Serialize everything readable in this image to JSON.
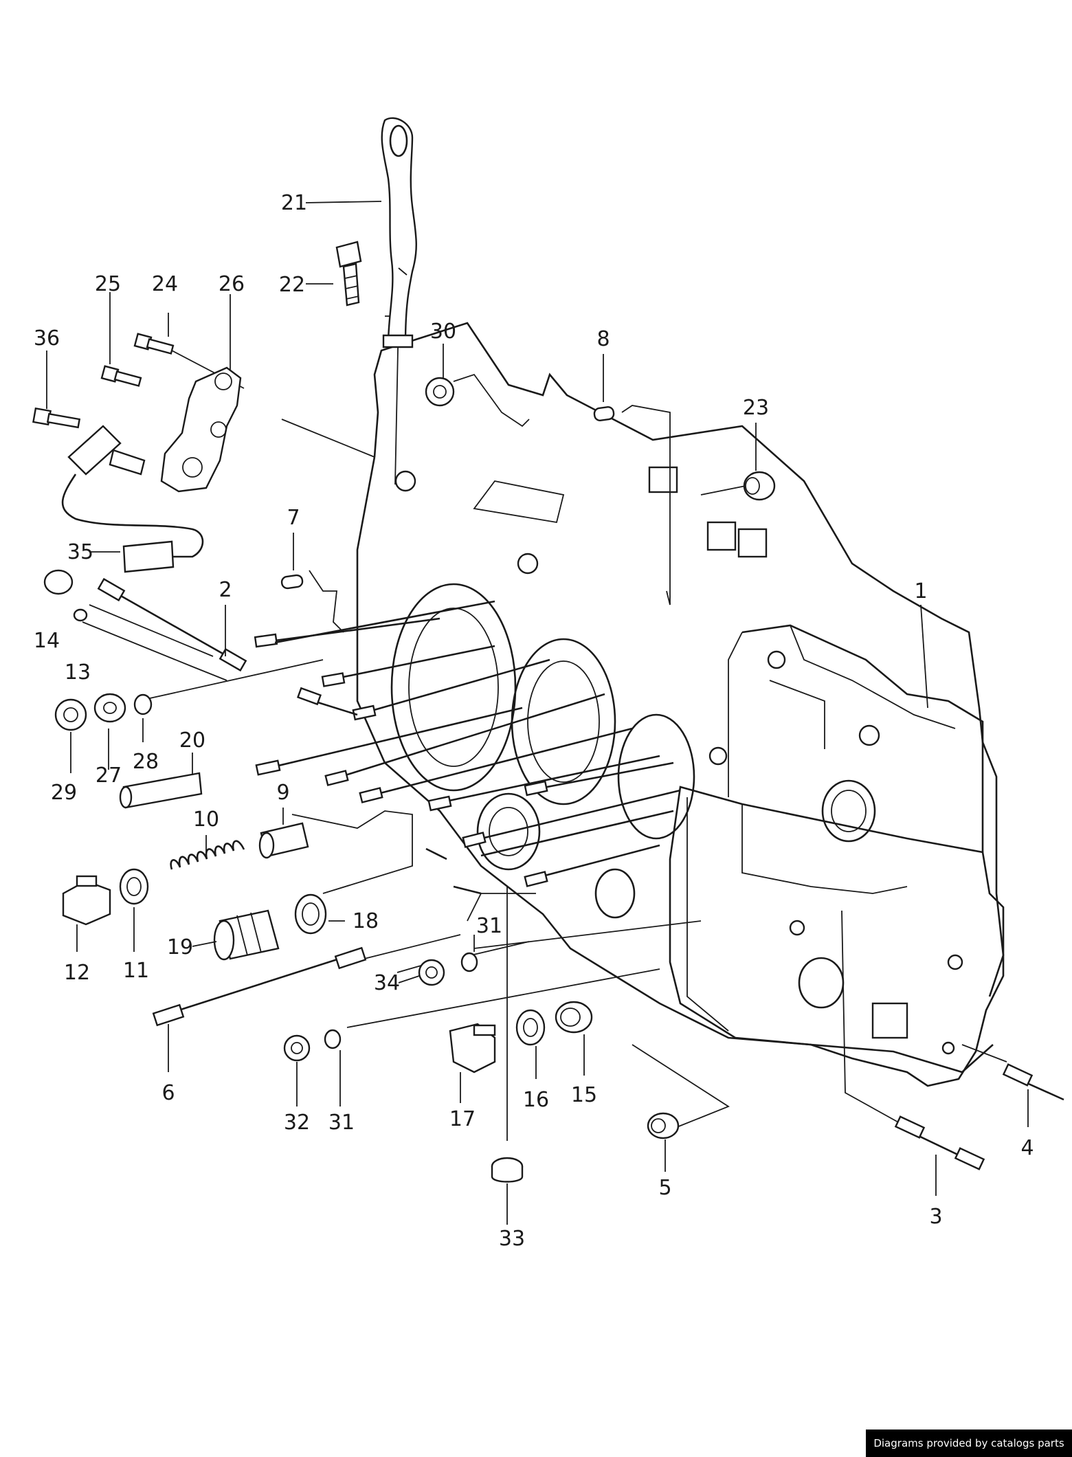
{
  "callouts": {
    "c1": "1",
    "c2": "2",
    "c3": "3",
    "c4": "4",
    "c5": "5",
    "c6": "6",
    "c7": "7",
    "c8": "8",
    "c9": "9",
    "c10": "10",
    "c11": "11",
    "c12": "12",
    "c13": "13",
    "c14": "14",
    "c15": "15",
    "c16": "16",
    "c17": "17",
    "c18": "18",
    "c19": "19",
    "c20": "20",
    "c21": "21",
    "c22": "22",
    "c23": "23",
    "c24": "24",
    "c25": "25",
    "c26": "26",
    "c27": "27",
    "c28": "28",
    "c29": "29",
    "c30": "30",
    "c31a": "31",
    "c31b": "31",
    "c32": "32",
    "c33": "33",
    "c34": "34",
    "c35": "35",
    "c36": "36"
  },
  "footer": {
    "credit": "Diagrams provided by catalogs parts"
  }
}
